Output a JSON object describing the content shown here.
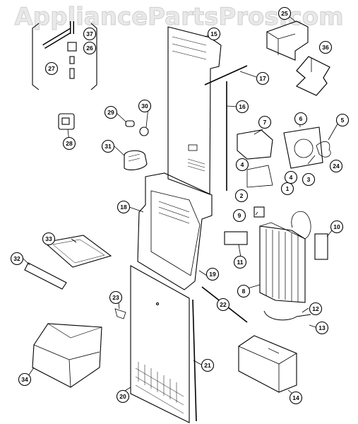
{
  "watermark": "AppliancePartsPros.com",
  "callouts": [
    "1",
    "2",
    "3",
    "4",
    "4",
    "5",
    "6",
    "7",
    "8",
    "9",
    "10",
    "11",
    "12",
    "13",
    "14",
    "15",
    "16",
    "17",
    "18",
    "19",
    "20",
    "21",
    "22",
    "23",
    "24",
    "25",
    "26",
    "27",
    "28",
    "29",
    "30",
    "31",
    "32",
    "33",
    "34",
    "36",
    "37"
  ],
  "colors": {
    "line": "#000000",
    "background": "#ffffff",
    "watermark": "#e0e0e0"
  }
}
